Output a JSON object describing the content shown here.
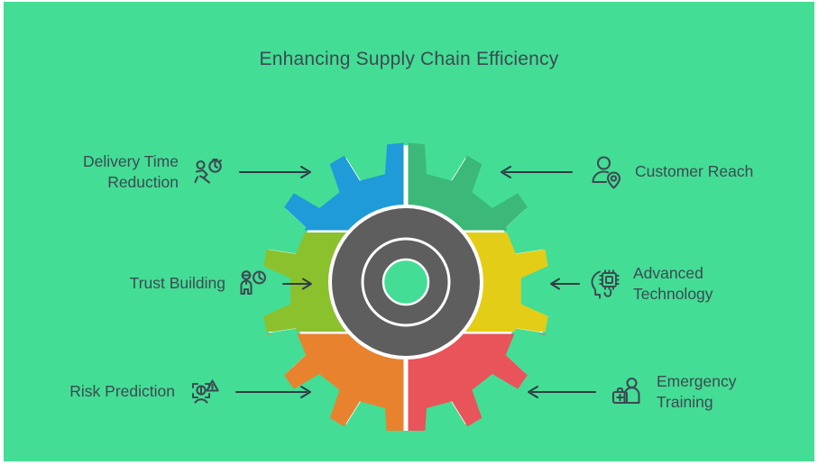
{
  "page": {
    "title": "Enhancing Supply Chain Efficiency",
    "background_color": "#44dd95",
    "text_color": "#3c4a52",
    "border_color": "#ffffff"
  },
  "gear": {
    "hub_color": "#5e5e5e",
    "ring_color": "#ffffff",
    "center_color": "#44dd95",
    "segments": [
      {
        "id": "top-left",
        "color": "#1e9bd8",
        "linked_label": "Delivery Time Reduction"
      },
      {
        "id": "top-right",
        "color": "#3cb878",
        "linked_label": "Customer Reach"
      },
      {
        "id": "middle-left",
        "color": "#8cc12e",
        "linked_label": "Trust Building"
      },
      {
        "id": "middle-right",
        "color": "#e3cd16",
        "linked_label": "Advanced Technology"
      },
      {
        "id": "bottom-left",
        "color": "#e8822e",
        "linked_label": "Risk Prediction"
      },
      {
        "id": "bottom-right",
        "color": "#e8545a",
        "linked_label": "Emergency Training"
      }
    ]
  },
  "left_items": [
    {
      "label": "Delivery Time\nReduction",
      "icon": "running-person-stopwatch-icon",
      "arrow": "arrow-right-icon",
      "arrow_length": 82,
      "color": "#1e9bd8"
    },
    {
      "label": "Trust Building",
      "icon": "person-clock-icon",
      "arrow": "arrow-right-icon",
      "arrow_length": 32,
      "color": "#8cc12e"
    },
    {
      "label": "Risk Prediction",
      "icon": "face-scan-warning-icon",
      "arrow": "arrow-right-icon",
      "arrow_length": 88,
      "color": "#e8822e"
    }
  ],
  "right_items": [
    {
      "label": "Customer Reach",
      "icon": "person-location-pin-icon",
      "arrow": "arrow-left-icon",
      "arrow_length": 78,
      "color": "#3cb878"
    },
    {
      "label": "Advanced\nTechnology",
      "icon": "head-microchip-icon",
      "arrow": "arrow-left-icon",
      "arrow_length": 34,
      "color": "#e3cd16"
    },
    {
      "label": "Emergency\nTraining",
      "icon": "person-medical-kit-icon",
      "arrow": "arrow-left-icon",
      "arrow_length": 74,
      "color": "#e8545a"
    }
  ]
}
